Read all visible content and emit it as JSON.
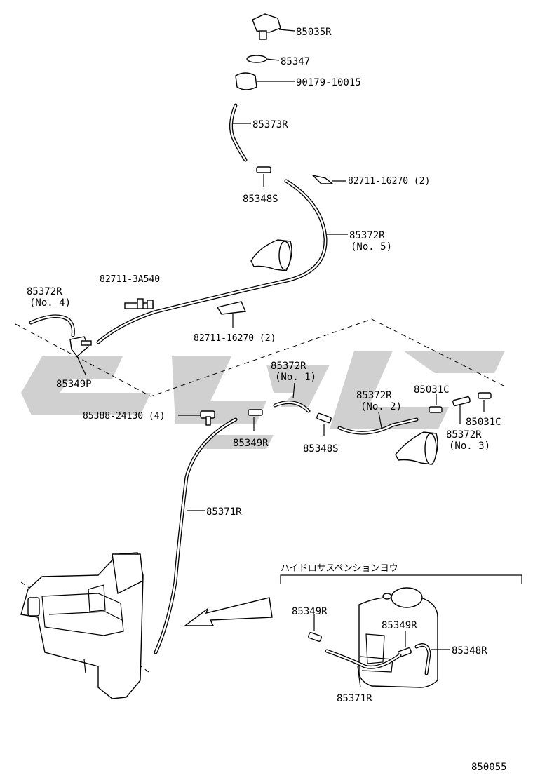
{
  "diagram_number": "850055",
  "inset_title": "ハイドロサスペンションヨウ",
  "parts": {
    "nozzle": "85035R",
    "gasket": "85347",
    "grommet": "90179-10015",
    "hose_top": "85373R",
    "joint_upper": "85348S",
    "clamp_upper": "82711-16270 (2)",
    "hose_no5_code": "85372R",
    "hose_no5_no": "(No. 5)",
    "clamp_a540": "82711-3A540",
    "hose_no4_code": "85372R",
    "hose_no4_no": "(No. 4)",
    "clamp_middle": "82711-16270 (2)",
    "joint_left": "85349P",
    "hose_no1_code": "85372R",
    "hose_no1_no": "(No. 1)",
    "hose_no2_code": "85372R",
    "hose_no2_no": "(No. 2)",
    "valve_upper": "85031C",
    "valve_lower": "85031C",
    "hose_no3_code": "85372R",
    "hose_no3_no": "(No. 3)",
    "clamp_tee": "85388-24130 (4)",
    "joint_center": "85349R",
    "joint_lower": "85348S",
    "hose_main": "85371R",
    "inset_joint_left": "85349R",
    "inset_joint_right": "85349R",
    "inset_elbow": "85348R",
    "inset_hose": "85371R"
  }
}
